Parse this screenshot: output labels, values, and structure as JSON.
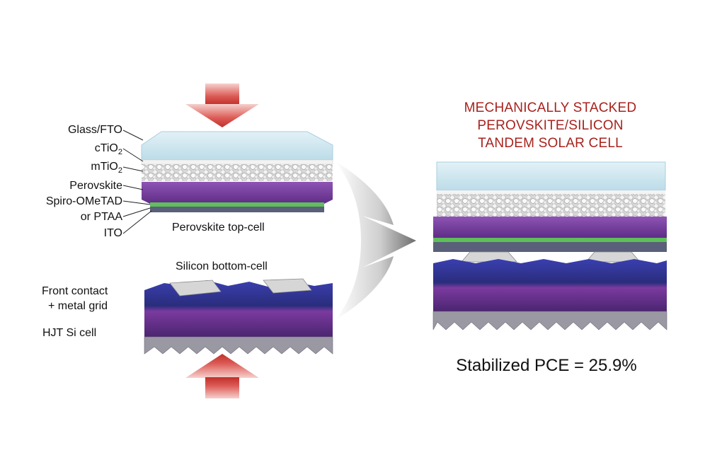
{
  "layer_labels": [
    {
      "text": "Glass/FTO"
    },
    {
      "text": "cTiO",
      "sub": "2"
    },
    {
      "text": "mTiO",
      "sub": "2"
    },
    {
      "text": "Perovskite"
    },
    {
      "text": "Spiro-OMeTAD"
    },
    {
      "text": "or PTAA"
    },
    {
      "text": "ITO"
    }
  ],
  "top_cell_caption": "Perovskite top-cell",
  "bottom_cell_caption": "Silicon bottom-cell",
  "front_contact_label": [
    "Front contact",
    "+ metal grid"
  ],
  "hjt_label": "HJT Si cell",
  "title_lines": [
    "MECHANICALLY STACKED",
    "PEROVSKITE/SILICON",
    "TANDEM SOLAR CELL"
  ],
  "pce_text": "Stabilized PCE = 25.9%",
  "colors": {
    "title": "#a8221d",
    "arrow_red": "#c83a36",
    "glass": "#cfe7f2",
    "perovskite": "#7a3f9e",
    "spiro": "#5fbf5a",
    "ito": "#5a5f7a",
    "silicon": "#2b2f8f",
    "textured": "#9a98a3"
  }
}
